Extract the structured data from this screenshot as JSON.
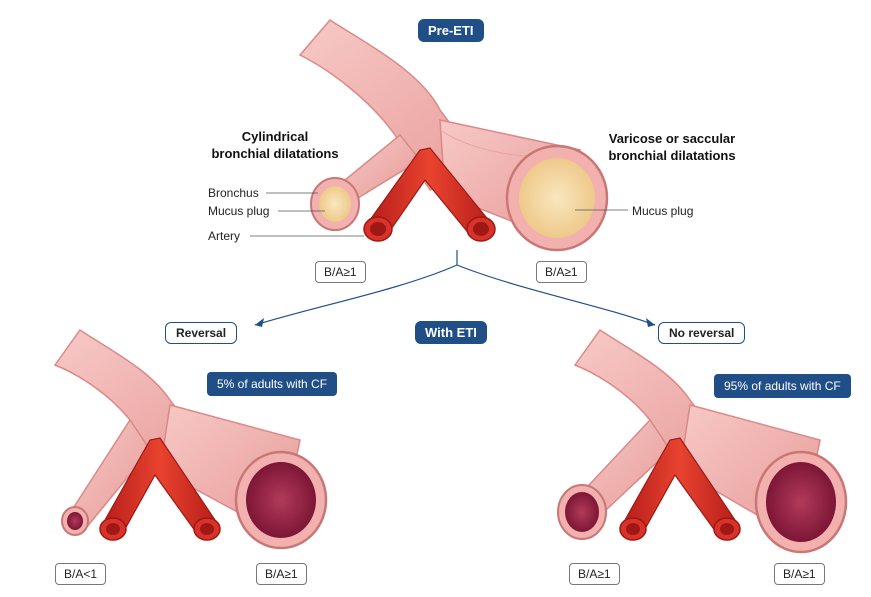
{
  "pre_eti": {
    "badge": "Pre-ETI",
    "left_heading_line1": "Cylindrical",
    "left_heading_line2": "bronchial dilatations",
    "right_heading_line1": "Varicose or saccular",
    "right_heading_line2": "bronchial dilatations",
    "labels": {
      "bronchus": "Bronchus",
      "mucus_plug_left": "Mucus plug",
      "artery": "Artery",
      "mucus_plug_right": "Mucus plug"
    },
    "ratio_left": "B/A≥1",
    "ratio_right": "B/A≥1"
  },
  "with_eti": {
    "badge": "With ETI",
    "reversal": {
      "label": "Reversal",
      "stat": "5% of adults with CF",
      "ratio_left": "B/A<1",
      "ratio_right": "B/A≥1"
    },
    "no_reversal": {
      "label": "No reversal",
      "stat": "95% of adults with CF",
      "ratio_left": "B/A≥1",
      "ratio_right": "B/A≥1"
    }
  },
  "colors": {
    "navy": "#1f4f86",
    "bronchus": "#f2b8b8",
    "artery": "#d9322a",
    "mucus": "#f6dfb0",
    "lumen": "#a3264a"
  }
}
